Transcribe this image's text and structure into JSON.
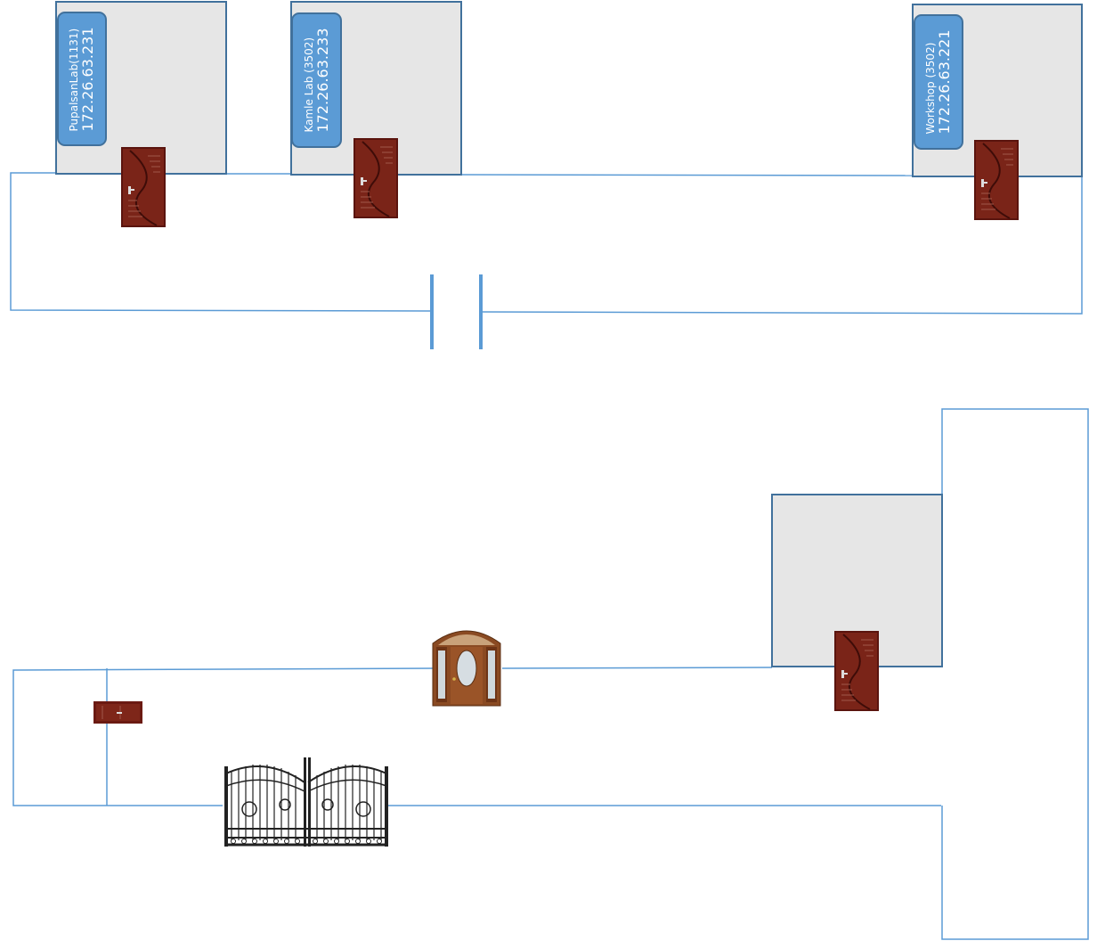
{
  "rooms": [
    {
      "name": "PupalsanLab(1131)",
      "ip": "172.26.63.231"
    },
    {
      "name": "Kamle Lab  (3502)",
      "ip": "172.26.63.233"
    },
    {
      "name": "Workshop  (3502)",
      "ip": "172.26.63.221"
    }
  ],
  "icons": {
    "door": "wooden-door-icon",
    "main_door": "glass-front-door-icon",
    "gate": "wrought-iron-gate-icon",
    "panel": "wall-panel-icon"
  },
  "colors": {
    "wall": "#5b9bd5",
    "room_fill": "#e6e6e6",
    "room_border": "#41719c",
    "label_fill": "#5b9bd5",
    "door": "#6b1a12"
  }
}
